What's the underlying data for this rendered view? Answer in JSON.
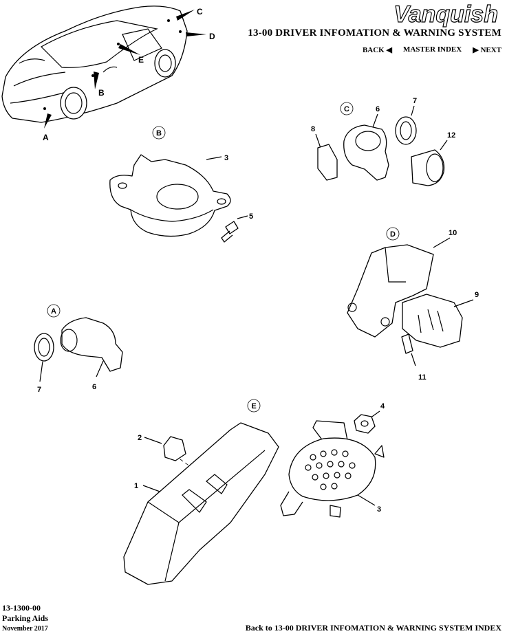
{
  "header": {
    "brand": "Vanquish",
    "title": "13-00 DRIVER INFOMATION & WARNING SYSTEM",
    "nav": {
      "back": "BACK",
      "master_index": "MASTER INDEX",
      "next": "NEXT"
    }
  },
  "footer": {
    "doc_number": "13-1300-00",
    "doc_title": "Parking Aids",
    "date": "November 2017",
    "back_link": "Back to 13-00 DRIVER INFOMATION & WARNING SYSTEM INDEX"
  },
  "locators": [
    "A",
    "B",
    "C",
    "D",
    "E"
  ],
  "groups": {
    "A": {
      "label": "A",
      "parts": [
        "7",
        "6"
      ]
    },
    "B": {
      "label": "B",
      "parts": [
        "3",
        "5"
      ]
    },
    "C": {
      "label": "C",
      "parts": [
        "8",
        "6",
        "7",
        "12"
      ]
    },
    "D": {
      "label": "D",
      "parts": [
        "10",
        "9",
        "11"
      ]
    },
    "E": {
      "label": "E",
      "parts": [
        "2",
        "1",
        "4",
        "3"
      ]
    }
  }
}
